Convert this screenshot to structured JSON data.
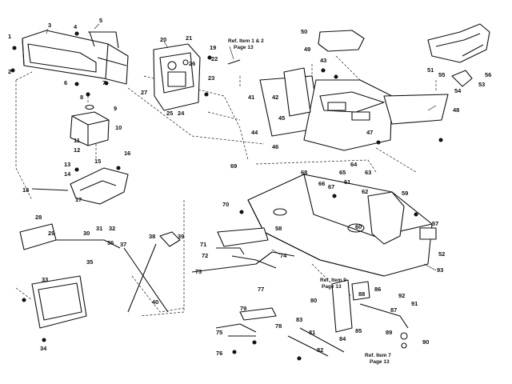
{
  "labels": {
    "n1": "1",
    "n2": "2",
    "n3": "3",
    "n4": "4",
    "n5": "5",
    "n6": "6",
    "n7": "7",
    "n8": "8",
    "n9": "9",
    "n10": "10",
    "n11": "11",
    "n12": "12",
    "n13": "13",
    "n14": "14",
    "n15": "15",
    "n16": "16",
    "n17": "17",
    "n18": "18",
    "n19": "19",
    "n20": "20",
    "n21": "21",
    "n22": "22",
    "n23": "23",
    "n24": "24",
    "n25": "25",
    "n26": "26",
    "n27": "27",
    "n28": "28",
    "n29": "29",
    "n30": "30",
    "n31": "31",
    "n32": "32",
    "n33": "33",
    "n34": "34",
    "n35": "35",
    "n36": "36",
    "n37": "37",
    "n38": "38",
    "n39": "39",
    "n40": "40",
    "n41": "41",
    "n42": "42",
    "n43": "43",
    "n44": "44",
    "n45": "45",
    "n46": "46",
    "n47": "47",
    "n48": "48",
    "n49": "49",
    "n50": "50",
    "n51": "51",
    "n52": "52",
    "n53": "53",
    "n54": "54",
    "n55": "55",
    "n56": "56",
    "n57": "57",
    "n58": "58",
    "n59": "59",
    "n60": "60",
    "n61": "61",
    "n62": "62",
    "n63": "63",
    "n64": "64",
    "n65": "65",
    "n66": "66",
    "n67": "67",
    "n68": "68",
    "n69": "69",
    "n70": "70",
    "n71": "71",
    "n72": "72",
    "n73": "73",
    "n74": "74",
    "n75": "75",
    "n76": "76",
    "n77": "77",
    "n78": "78",
    "n79": "79",
    "n80": "80",
    "n81": "81",
    "n82": "82",
    "n83": "83",
    "n84": "84",
    "n85": "85",
    "n86": "86",
    "n87": "87",
    "n88": "88",
    "n89": "89",
    "n90": "90",
    "n91": "91",
    "n92": "92",
    "n93": "93"
  },
  "notes": {
    "ref_items_1_2": "Ref. Item 1 & 2",
    "ref_items_1_2_page": "Page 13",
    "ref_item_9": "Ref. Item 9",
    "ref_item_9_page": "Page 13",
    "ref_item_7": "Ref. Item 7",
    "ref_item_7_page": "Page 13"
  }
}
